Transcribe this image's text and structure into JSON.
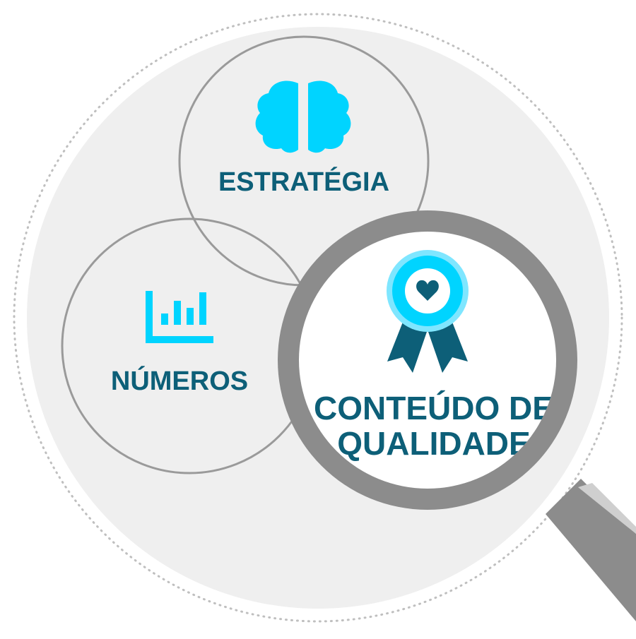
{
  "diagram": {
    "circles": [
      {
        "label": "ESTRATÉGIA",
        "icon": "brain-icon"
      },
      {
        "label": "NÚMEROS",
        "icon": "bar-chart-icon"
      }
    ],
    "focus": {
      "line1": "CONTEÚDO DE",
      "line2": "QUALIDADE",
      "icon": "award-ribbon-icon",
      "lens_icon": "magnifying-glass-icon"
    }
  },
  "colors": {
    "accent_light": "#00d4ff",
    "accent_dark": "#0d5f78",
    "background_disc": "#efefef",
    "outline": "#9a9a9a",
    "lens_frame": "#8c8c8c"
  }
}
